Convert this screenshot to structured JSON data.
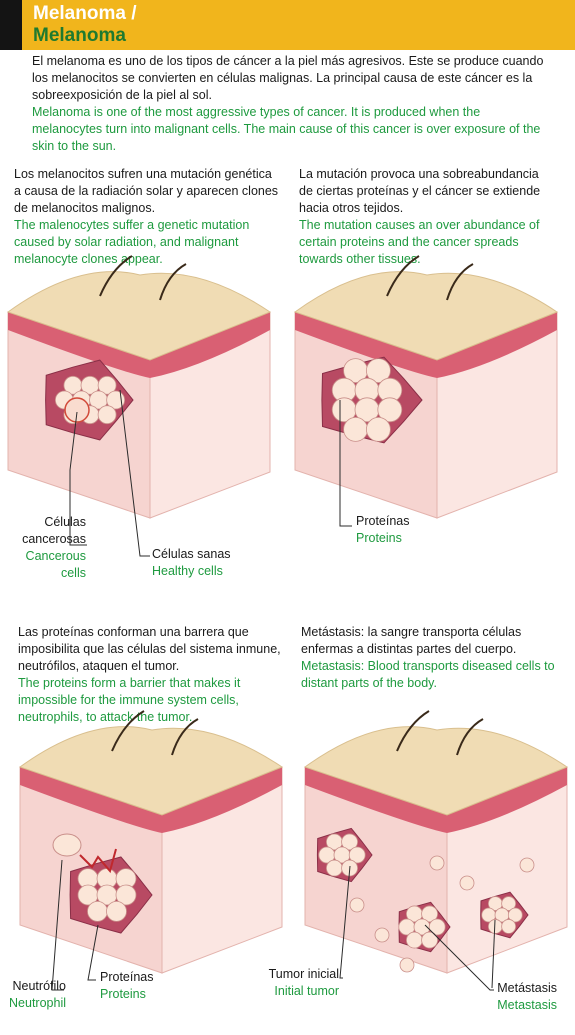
{
  "header": {
    "title_es": "Melanoma /",
    "title_en": "Melanoma"
  },
  "intro": {
    "es": "El melanoma es uno de los tipos de cáncer a la piel más agresivos. Este se produce cuando los melanocitos se convierten en células malignas. La principal causa de este cáncer es la sobreexposición de la piel al sol.",
    "en": "Melanoma is one of the most aggressive types of cancer. It is produced when the melanocytes turn into malignant cells. The main cause of this cancer is over exposure of the skin to the sun."
  },
  "panels": [
    {
      "es": "Los melanocitos sufren una mutación genética a causa de la radiación solar y aparecen clones de melanocitos malignos.",
      "en": "The malenocytes suffer a genetic mutation caused by solar radiation, and malignant melanocyte clones appear.",
      "labels": [
        {
          "es": "Células cancerosas",
          "en": "Cancerous cells"
        },
        {
          "es": "Células sanas",
          "en": "Healthy cells"
        }
      ]
    },
    {
      "es": "La mutación provoca una sobreabundancia de ciertas proteínas y el cáncer se extiende hacia otros tejidos.",
      "en": "The mutation causes an over abundance of certain proteins and the cancer spreads towards other tissues.",
      "labels": [
        {
          "es": "Proteínas",
          "en": "Proteins"
        }
      ]
    },
    {
      "es": "Las proteínas conforman una barrera que imposibilita que las células del sistema inmune, neutrófilos, ataquen el tumor.",
      "en": "The proteins form a barrier that makes it impossible for the immune system cells, neutrophils, to attack the tumor.",
      "labels": [
        {
          "es": "Neutrófilo",
          "en": "Neutrophil"
        },
        {
          "es": "Proteínas",
          "en": "Proteins"
        }
      ]
    },
    {
      "es": "Metástasis: la sangre transporta células enfermas a distintas partes del cuerpo.",
      "en": "Metastasis: Blood transports diseased cells to distant parts of the body.",
      "labels": [
        {
          "es": "Tumor inicial",
          "en": "Initial tumor"
        },
        {
          "es": "Metástasis",
          "en": "Metastasis"
        }
      ]
    }
  ],
  "colors": {
    "header_bg": "#f1b51c",
    "english_text": "#1e9a3f",
    "skin_top": "#f0dcb4",
    "dermis_band": "#d96073",
    "skin_body": "#f6d4d0",
    "tumor": "#b84a63",
    "cell": "#fbe6d8"
  }
}
